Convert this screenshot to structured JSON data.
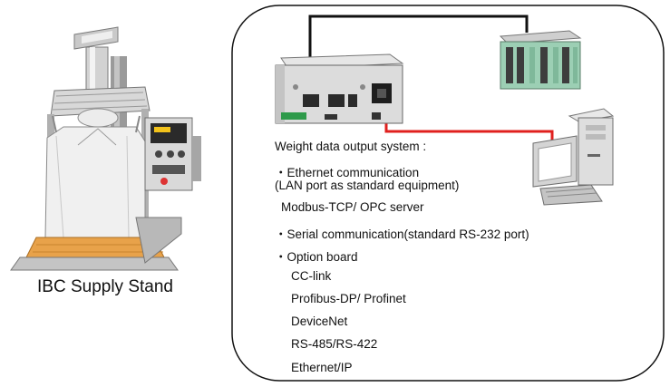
{
  "caption": "IBC Supply Stand",
  "heading": "Weight data output system :",
  "ethernet": {
    "line1": "・Ethernet communication",
    "line2": "(LAN port as standard equipment)",
    "server": "Modbus-TCP/ OPC server"
  },
  "serial": "・Serial communication(standard RS-232 port)",
  "option": {
    "title": "・Option board",
    "items": [
      "CC-link",
      "Profibus-DP/ Profinet",
      "DeviceNet",
      "RS-485/RS-422",
      "Ethernet/IP"
    ]
  },
  "colors": {
    "ethernet_link": "#111111",
    "serial_link": "#e0201e",
    "plc_module": "#9ccfb4",
    "pallet": "#e8a24a"
  }
}
